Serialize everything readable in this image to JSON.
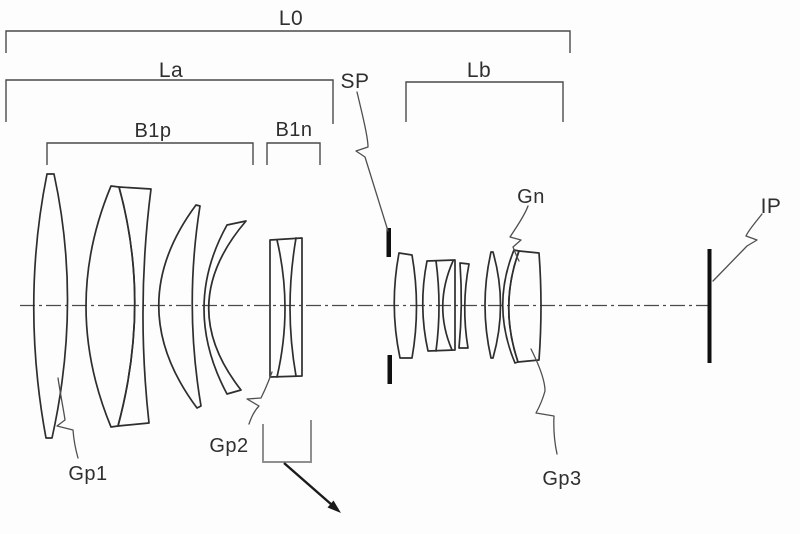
{
  "figure": {
    "labels": {
      "l0": "L0",
      "la": "La",
      "lb": "Lb",
      "b1p": "B1p",
      "b1n": "B1n",
      "sp": "SP",
      "gn": "Gn",
      "ip": "IP",
      "gp1": "Gp1",
      "gp2": "Gp2",
      "gp3": "Gp3"
    },
    "colors": {
      "line": "#2e2e2e",
      "bracket_line": "#4a4a4a",
      "text": "#2f2f2f",
      "thick_mark": "#101010",
      "movement_bracket": "#8f8f8f",
      "background": "#fdfdfd"
    }
  }
}
